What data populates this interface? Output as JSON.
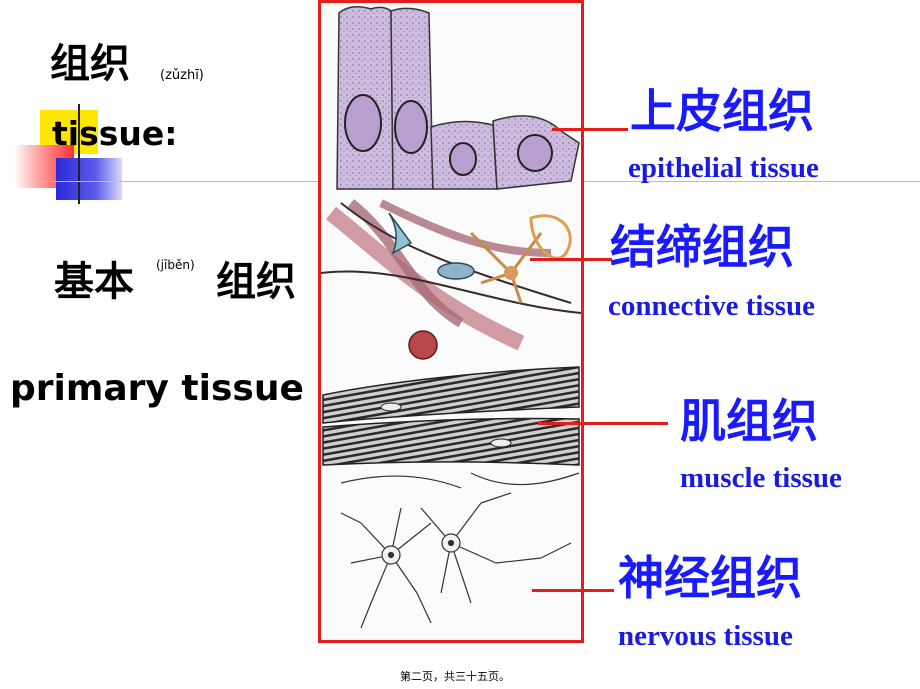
{
  "left": {
    "tissue_zh": "组织",
    "tissue_pinyin": "(zǔzhī)",
    "tissue_en": "tissue:",
    "primary_zh_a": "基本",
    "primary_pinyin": "(jīběn)",
    "primary_zh_b": "组织",
    "primary_en": "primary tissue"
  },
  "labels": [
    {
      "zh": "上皮组织",
      "en": "epithelial tissue"
    },
    {
      "zh": "结缔组织",
      "en": "connective tissue"
    },
    {
      "zh": "肌组织",
      "en": "muscle tissue"
    },
    {
      "zh": "神经组织",
      "en": "nervous tissue"
    }
  ],
  "footer": "第二页，共三十五页。",
  "colors": {
    "accent_red": "#e51c1c",
    "label_blue": "#1a1aff",
    "deco_yellow": "#ffe600",
    "deco_blue": "#2a2ad8",
    "deco_red": "#ff3b3b"
  }
}
